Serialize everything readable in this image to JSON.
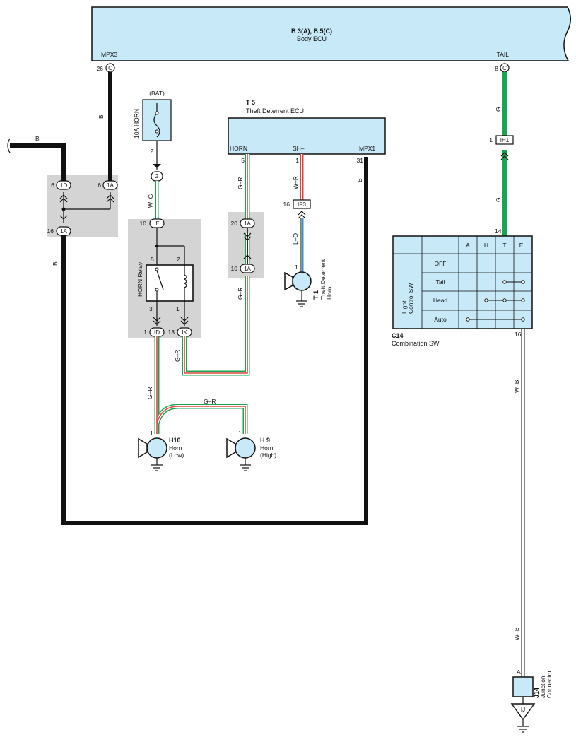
{
  "body_ecu": {
    "id": "B 3(A), B 5(C)",
    "name": "Body ECU",
    "pin_left_label": "MPX3",
    "pin_left_num": "26",
    "pin_left_conn": "C",
    "pin_right_label": "TAIL",
    "pin_right_num": "8",
    "pin_right_conn": "C"
  },
  "wires": {
    "b": "B",
    "g": "G",
    "w_g": "W–G",
    "g_r": "G–R",
    "w_r": "W–R",
    "l_o": "L–O",
    "w_b": "W–B"
  },
  "fuse": {
    "source": "(BAT)",
    "name": "10A HORN",
    "pin": "2"
  },
  "junctions": {
    "jb_left_1": {
      "num": "6",
      "conn": "1D"
    },
    "jb_left_2": {
      "num": "6",
      "conn": "1A"
    },
    "jb_left_3": {
      "num": "16",
      "conn": "1A"
    },
    "fuse_out": {
      "conn": "2"
    },
    "relay_in": {
      "num": "10",
      "conn": "IE"
    },
    "relay_out1": {
      "num": "1",
      "conn": "ID"
    },
    "relay_out2": {
      "num": "13",
      "conn": "IK"
    },
    "jb_mid_top": {
      "num": "20",
      "conn": "1A"
    },
    "jb_mid_bot": {
      "num": "10",
      "conn": "1A"
    },
    "ih1": {
      "num": "1",
      "conn": "IH1"
    },
    "ip3": {
      "num": "16",
      "conn": "IP3"
    }
  },
  "relay": {
    "name": "HORN Relay",
    "pin_5": "5",
    "pin_2": "2",
    "pin_3": "3",
    "pin_1": "1"
  },
  "theft_ecu": {
    "id": "T 5",
    "name": "Theft Deterrent ECU",
    "pin_horn_label": "HORN",
    "pin_horn_num": "5",
    "pin_sh_label": "SH–",
    "pin_sh_num": "1",
    "pin_mpx_label": "MPX1",
    "pin_mpx_num": "31"
  },
  "theft_horn": {
    "id": "T 1",
    "line1": "Theft Deterrent",
    "line2": "Horn",
    "pin": "1"
  },
  "horn_low": {
    "id": "H10",
    "line1": "Horn",
    "line2": "(Low)",
    "pin": "1"
  },
  "horn_high": {
    "id": "H 9",
    "line1": "Horn",
    "line2": "(High)",
    "pin": "1"
  },
  "combo_sw": {
    "id": "C14",
    "name": "Combination SW",
    "side_label_1": "Light",
    "side_label_2": "Control SW",
    "columns": [
      "A",
      "H",
      "T",
      "EL"
    ],
    "rows": [
      "OFF",
      "Tail",
      "Head",
      "Auto"
    ],
    "pin_top": "14",
    "pin_bottom": "16"
  },
  "junction_connector": {
    "id": "J14",
    "line1": "Junction",
    "line2": "Connector",
    "pin": "A",
    "conn": "IJ"
  },
  "colors": {
    "ecu_fill": "#c7e9f8",
    "junction_block": "#d4d4d4",
    "wire_black": "#111111",
    "wire_green": "#1aa352",
    "wire_red": "#e0443c",
    "wire_white": "#ffffff",
    "wire_blue": "#3a8fd0",
    "wire_orange": "#e58a2a"
  }
}
